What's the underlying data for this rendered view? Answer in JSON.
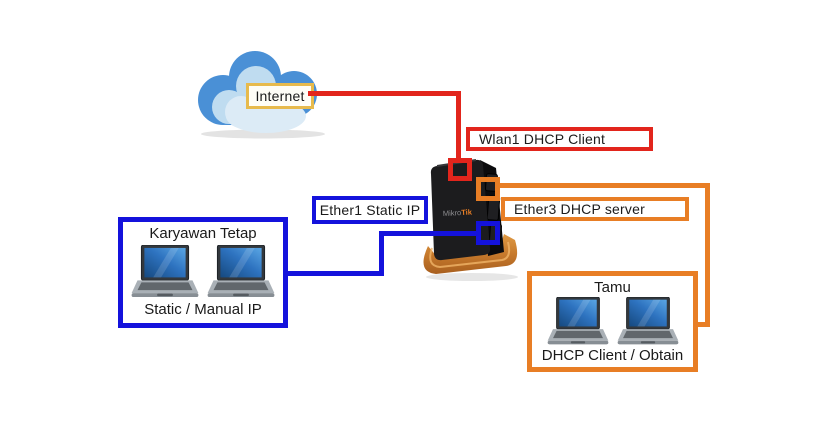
{
  "diagram": {
    "internet": {
      "label": "Internet"
    },
    "router": {
      "logo_prefix": "Mikro",
      "logo_suffix": "Tik"
    },
    "labels": {
      "wlan1": "Wlan1 DHCP Client",
      "ether1": "Ether1 Static IP",
      "ether3": "Ether3 DHCP server"
    },
    "groups": {
      "karyawan": {
        "title": "Karyawan Tetap",
        "subtitle": "Static / Manual IP"
      },
      "tamu": {
        "title": "Tamu",
        "subtitle": "DHCP Client / Obtain"
      }
    },
    "colors": {
      "red": "#E2251C",
      "blue": "#1412DC",
      "orange": "#E87E25",
      "gold": "#E7BA4C",
      "cloud_dark": "#4A90D6",
      "cloud_mid": "#BFDCF0",
      "cloud_light": "#DCEBF6"
    }
  }
}
